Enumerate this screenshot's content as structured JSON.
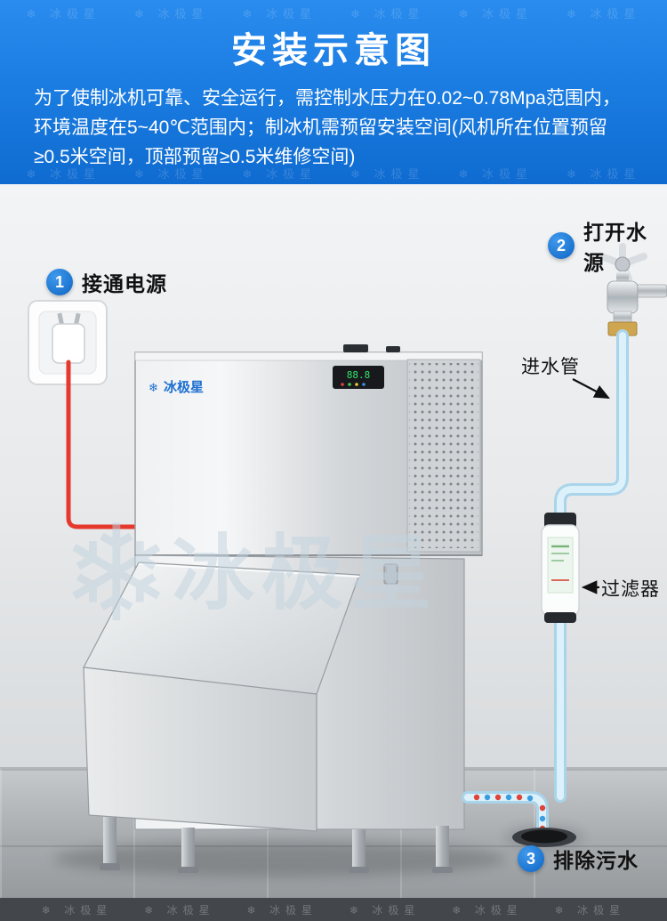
{
  "header": {
    "title": "安装示意图",
    "description": "为了使制冰机可靠、安全运行，需控制水压力在0.02~0.78Mpa范围内，环境温度在5~40℃范围内；制冰机需预留安装空间(风机所在位置预留≥0.5米空间，顶部预留≥0.5米维修空间)"
  },
  "steps": [
    {
      "num": "1",
      "label": "接通电源"
    },
    {
      "num": "2",
      "label": "打开水源"
    },
    {
      "num": "3",
      "label": "排除污水"
    }
  ],
  "annotations": {
    "inlet_pipe": "进水管",
    "filter": "过滤器"
  },
  "machine": {
    "brand": "冰极星",
    "brand_icon": "❄",
    "display": "88.8"
  },
  "watermark": {
    "center_text": "冰极星",
    "snowflake": "❄",
    "row": "❄ 冰极星　　❄ 冰极星　　❄ 冰极星　　❄ 冰极星　　❄ 冰极星　　❄ 冰极星"
  },
  "colors": {
    "header_blue": "#1b7de2",
    "step_circle_blue": "#1373d6",
    "power_cord_red": "#e6392e",
    "water_pipe_blue": "#a9d4ea",
    "brand_blue": "#1d6fd1",
    "brass": "#cfa64f"
  }
}
